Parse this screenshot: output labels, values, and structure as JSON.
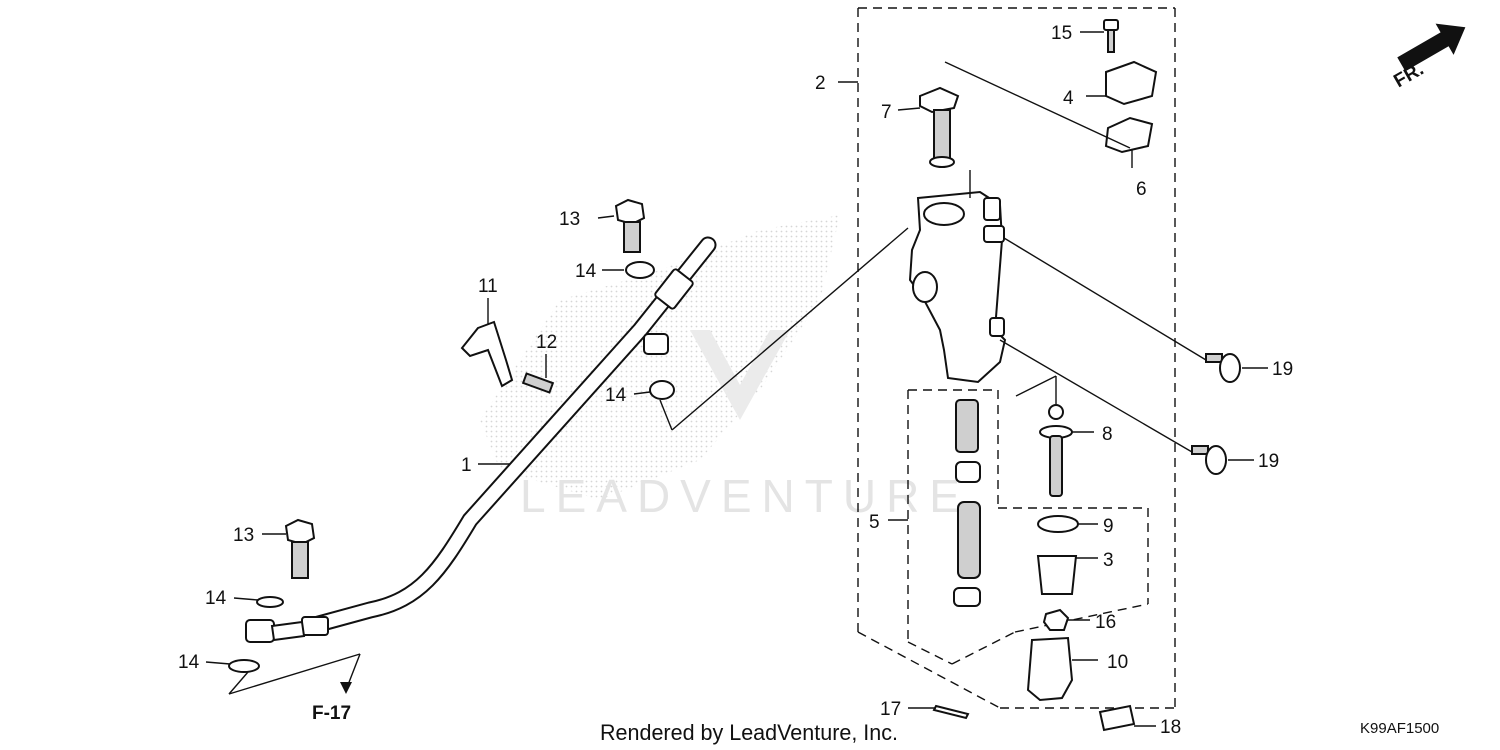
{
  "callouts": {
    "c1": "1",
    "c2": "2",
    "c3": "3",
    "c4": "4",
    "c5": "5",
    "c6": "6",
    "c7": "7",
    "c8": "8",
    "c9": "9",
    "c10": "10",
    "c11": "11",
    "c12": "12",
    "c13a": "13",
    "c13b": "13",
    "c14a": "14",
    "c14b": "14",
    "c14c": "14",
    "c14d": "14",
    "c15": "15",
    "c16": "16",
    "c17": "17",
    "c18": "18",
    "c19a": "19",
    "c19b": "19"
  },
  "direction_label": "FR.",
  "page_ref": "F-17",
  "diagram_code": "K99AF1500",
  "credit": "Rendered by LeadVenture, Inc.",
  "watermark": "LEADVENTURE",
  "colors": {
    "line": "#111111",
    "shade": "#cfcfcf",
    "watermark": "#e4e4e4"
  }
}
